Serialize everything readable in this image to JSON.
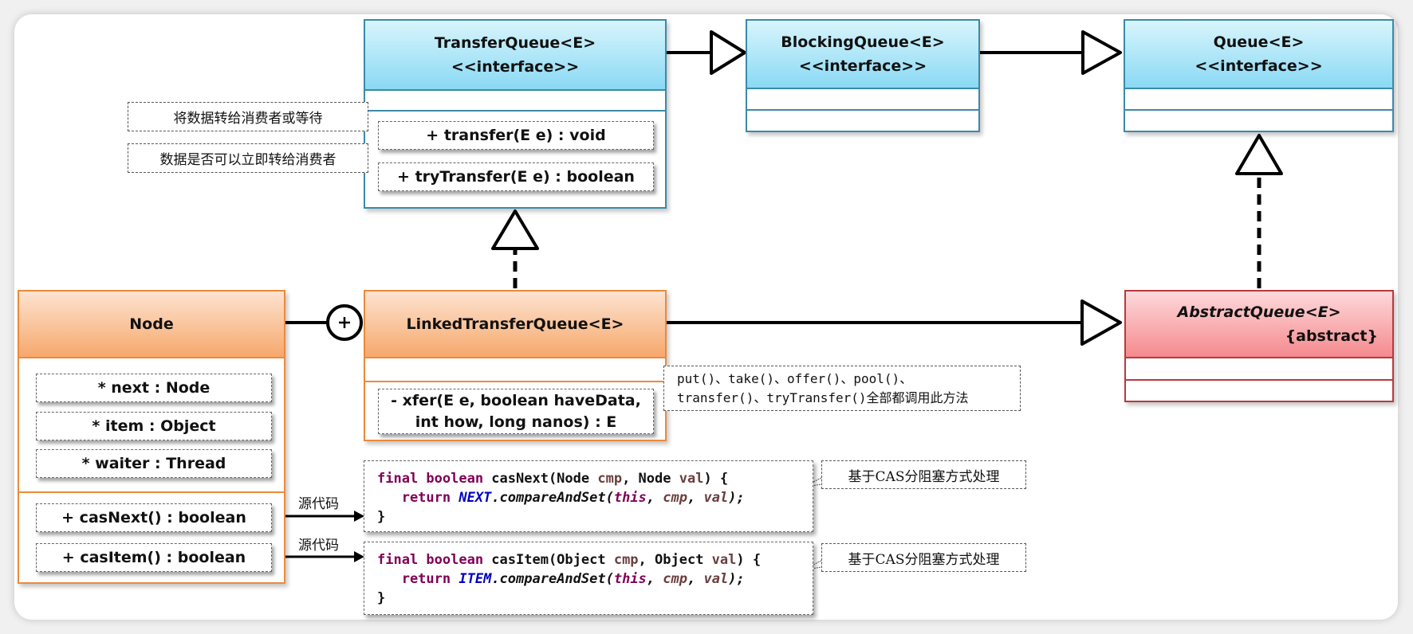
{
  "classes": {
    "transfer_queue": {
      "name": "TransferQueue<E>",
      "stereotype": "<<interface>>",
      "methods": [
        "+ transfer(E e) : void",
        "+ tryTransfer(E e) : boolean"
      ],
      "color": "#8ad9f4"
    },
    "blocking_queue": {
      "name": "BlockingQueue<E>",
      "stereotype": "<<interface>>",
      "color": "#8ad9f4"
    },
    "queue": {
      "name": "Queue<E>",
      "stereotype": "<<interface>>",
      "color": "#8ad9f4"
    },
    "linked_transfer_queue": {
      "name": "LinkedTransferQueue<E>",
      "methods": [
        "- xfer(E e, boolean haveData,",
        "int how, long nanos) : E"
      ],
      "color": "#f6a86c"
    },
    "abstract_queue": {
      "name": "AbstractQueue<E>",
      "stereotype": "{abstract}",
      "color": "#f58a8e"
    },
    "node": {
      "name": "Node",
      "attributes": [
        "* next : Node",
        "* item : Object",
        "* waiter : Thread"
      ],
      "methods": [
        "+ casNext() : boolean",
        "+ casItem() : boolean"
      ],
      "color": "#f6a86c"
    }
  },
  "notes": {
    "transfer": "将数据转给消费者或等待",
    "try_transfer": "数据是否可以立即转给消费者",
    "xfer_line1": "put()、take()、offer()、pool()、",
    "xfer_line2": "transfer()、tryTransfer()全部都调用此方法",
    "cas_next": "基于CAS分阻塞方式处理",
    "cas_item": "基于CAS分阻塞方式处理"
  },
  "links": {
    "source_code_1": "源代码",
    "source_code_2": "源代码"
  },
  "code": {
    "cas_next": {
      "l1_kw": "final boolean",
      "l1_name": " casNext(Node ",
      "l1_v1": "cmp",
      "l1_mid": ", Node ",
      "l1_v2": "val",
      "l1_end": ") {",
      "l2_kw": "   return ",
      "l2_const": "NEXT",
      "l2_call": ".compareAndSet(",
      "l2_this": "this",
      "l2_sep": ", ",
      "l2_v1": "cmp",
      "l2_sep2": ", ",
      "l2_v2": "val",
      "l2_end": ");",
      "l3": "}"
    },
    "cas_item": {
      "l1_kw": "final boolean",
      "l1_name": " casItem(Object ",
      "l1_v1": "cmp",
      "l1_mid": ", Object ",
      "l1_v2": "val",
      "l1_end": ") {",
      "l2_kw": "   return ",
      "l2_const": "ITEM",
      "l2_call": ".compareAndSet(",
      "l2_this": "this",
      "l2_sep": ", ",
      "l2_v1": "cmp",
      "l2_sep2": ", ",
      "l2_v2": "val",
      "l2_end": ");",
      "l3": "}"
    }
  }
}
